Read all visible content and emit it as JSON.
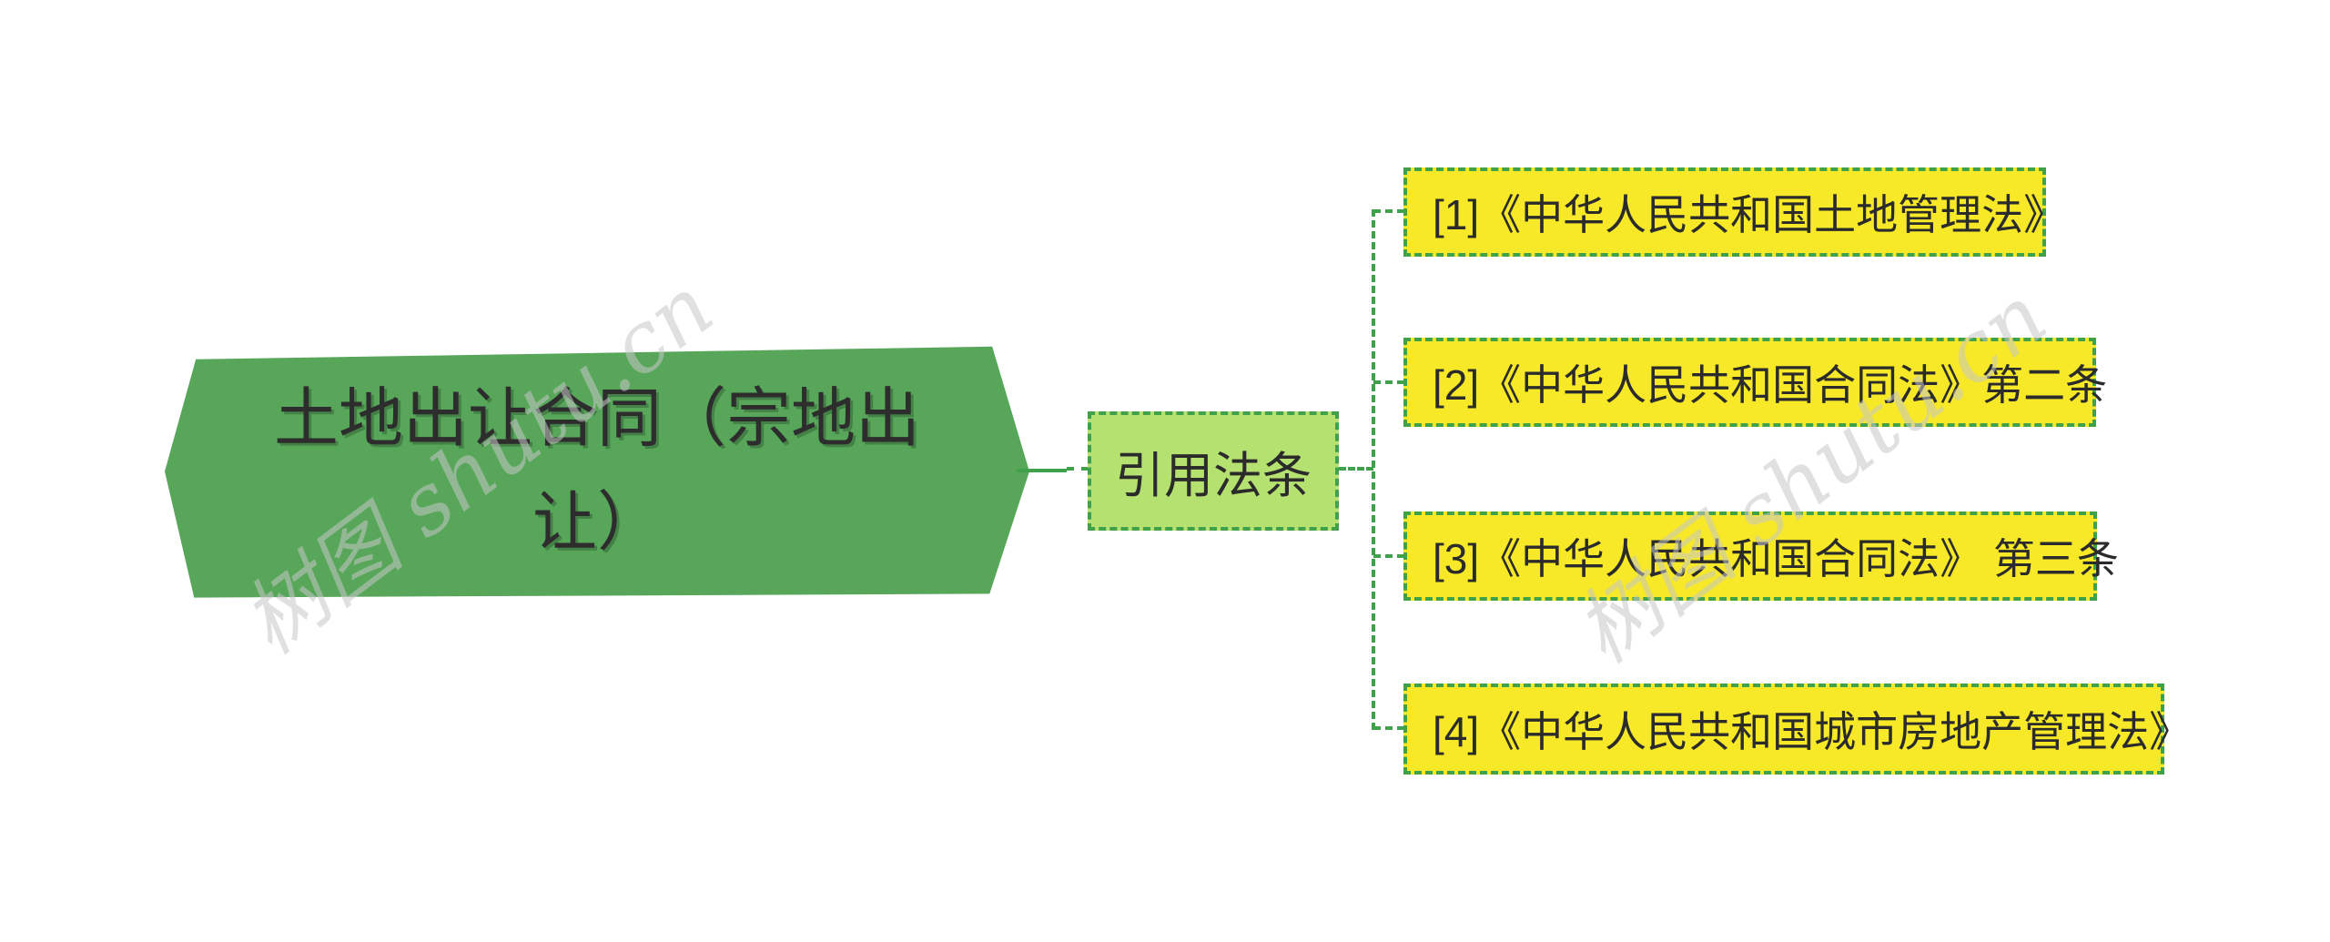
{
  "root": {
    "label": "土地出让合同（宗地出让）"
  },
  "branch": {
    "label": "引用法条"
  },
  "laws": [
    {
      "label": "[1]《中华人民共和国土地管理法》"
    },
    {
      "label": "[2]《中华人民共和国合同法》第二条"
    },
    {
      "label": "[3]《中华人民共和国合同法》 第三条"
    },
    {
      "label": "[4]《中华人民共和国城市房地产管理法》"
    }
  ],
  "watermark": {
    "text": "树图 shutu.cn"
  },
  "colors": {
    "root_fill": "#57A65A",
    "branch_fill": "#B5E170",
    "leaf_fill": "#F7E927",
    "connector_green": "#3FA24A",
    "text_dark": "#2b2b2b",
    "watermark_gray": "#c7c7c7",
    "background": "#ffffff"
  }
}
